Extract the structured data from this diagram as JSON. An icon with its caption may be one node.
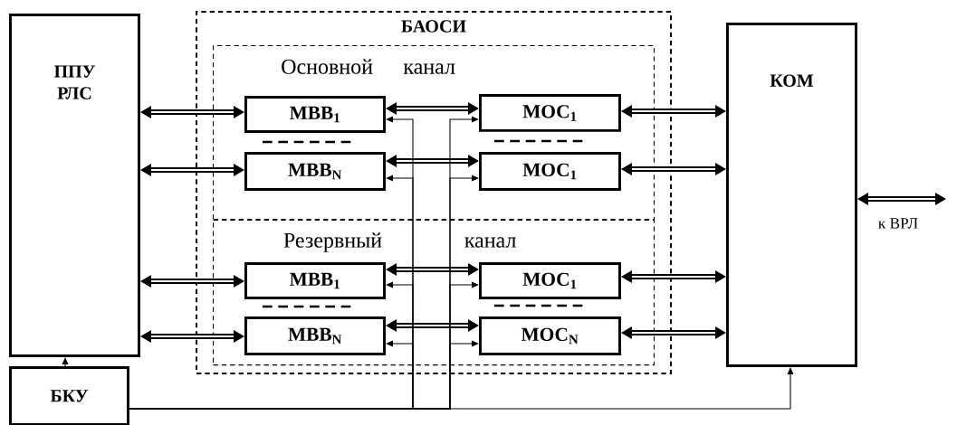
{
  "diagram": {
    "nodes": [
      {
        "text": [
          "ППУ РЛС"
        ]
      },
      {
        "text": [
          "БАОСИ"
        ]
      },
      {
        "text": [
          "Основной канал"
        ],
        "in": 1
      },
      {
        "text": [
          "МВВ$_{1}$"
        ],
        "in": 2
      },
      {
        "text": [
          "МОС$_{1}$"
        ],
        "in": 2
      },
      {
        "text": [
          "МВВ$_{N}$"
        ],
        "in": 2
      },
      {
        "text": [
          "МОС$_{1}$"
        ],
        "in": 2
      },
      {
        "text": [
          "Резервный канал"
        ],
        "in": 1
      },
      {
        "text": [
          "МВВ$_{1}$"
        ],
        "in": 7
      },
      {
        "text": [
          "МОС$_{1}$"
        ],
        "in": 7
      },
      {
        "text": [
          "МВВ$_{N}$"
        ],
        "in": 7
      },
      {
        "text": [
          "МОС$_{N}$"
        ],
        "in": 7
      },
      {
        "text": [
          "КОМ"
        ]
      },
      {
        "text": [
          "БКУ"
        ]
      }
    ],
    "edges": [
      {
        "from": 0,
        "to": 3,
        "arrow": "both"
      },
      {
        "from": 0,
        "to": 5,
        "arrow": "both"
      },
      {
        "from": 0,
        "to": 8,
        "arrow": "both"
      },
      {
        "from": 0,
        "to": 10,
        "arrow": "both"
      },
      {
        "from": 3,
        "to": 4,
        "arrow": "both"
      },
      {
        "from": 5,
        "to": 6,
        "arrow": "both"
      },
      {
        "from": 8,
        "to": 9,
        "arrow": "both"
      },
      {
        "from": 10,
        "to": 11,
        "arrow": "both"
      },
      {
        "from": 4,
        "to": 12,
        "arrow": "both"
      },
      {
        "from": 6,
        "to": 12,
        "arrow": "both"
      },
      {
        "from": 9,
        "to": 12,
        "arrow": "both"
      },
      {
        "from": 11,
        "to": 12,
        "arrow": "both"
      },
      {
        "from": 12,
        "to": null,
        "arrow": "both",
        "label": "к ВРЛ"
      },
      {
        "from": 13,
        "to": 0,
        "arrow": "to"
      },
      {
        "from": 13,
        "to": 12,
        "arrow": "to"
      },
      {
        "from": 13,
        "to": 3,
        "arrow": "to"
      },
      {
        "from": 13,
        "to": 5,
        "arrow": "to"
      },
      {
        "from": 13,
        "to": 8,
        "arrow": "to"
      },
      {
        "from": 13,
        "to": 10,
        "arrow": "to"
      },
      {
        "from": 13,
        "to": 4,
        "arrow": "to"
      },
      {
        "from": 13,
        "to": 6,
        "arrow": "to"
      },
      {
        "from": 13,
        "to": 9,
        "arrow": "to"
      },
      {
        "from": 13,
        "to": 11,
        "arrow": "to"
      }
    ]
  }
}
